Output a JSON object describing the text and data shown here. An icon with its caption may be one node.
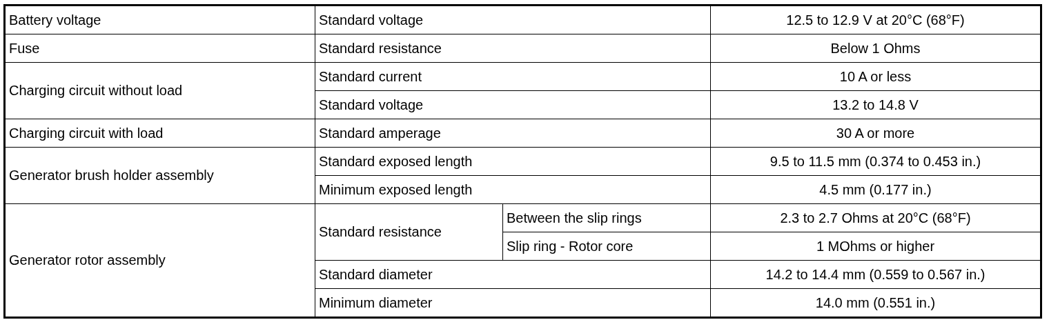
{
  "diagram": {
    "labels": [
      "Battery voltage",
      "Standard voltage",
      "12.5 to 12.9 V at 20°C (68°F)",
      "Fuse",
      "Standard resistance",
      "Below 1 Ohms",
      "Charging circuit without load",
      "Standard current",
      "10 A or less",
      "Standard voltage",
      "13.2 to 14.8 V",
      "Charging circuit with load",
      "Standard amperage",
      "30 A or more",
      "Generator brush holder assembly",
      "Standard exposed length",
      "9.5 to 11.5 mm (0.374 to 0.453 in.)",
      "Minimum exposed length",
      "4.5 mm (0.177 in.)",
      "Generator rotor assembly",
      "Standard resistance",
      "Between the slip rings",
      "2.3 to 2.7 Ohms at 20°C (68°F)",
      "Slip ring - Rotor core",
      "1 MOhms or higher",
      "Standard diameter",
      "14.2 to 14.4 mm (0.559 to 0.567 in.)",
      "Minimum diameter",
      "14.0 mm (0.551 in.)"
    ]
  }
}
